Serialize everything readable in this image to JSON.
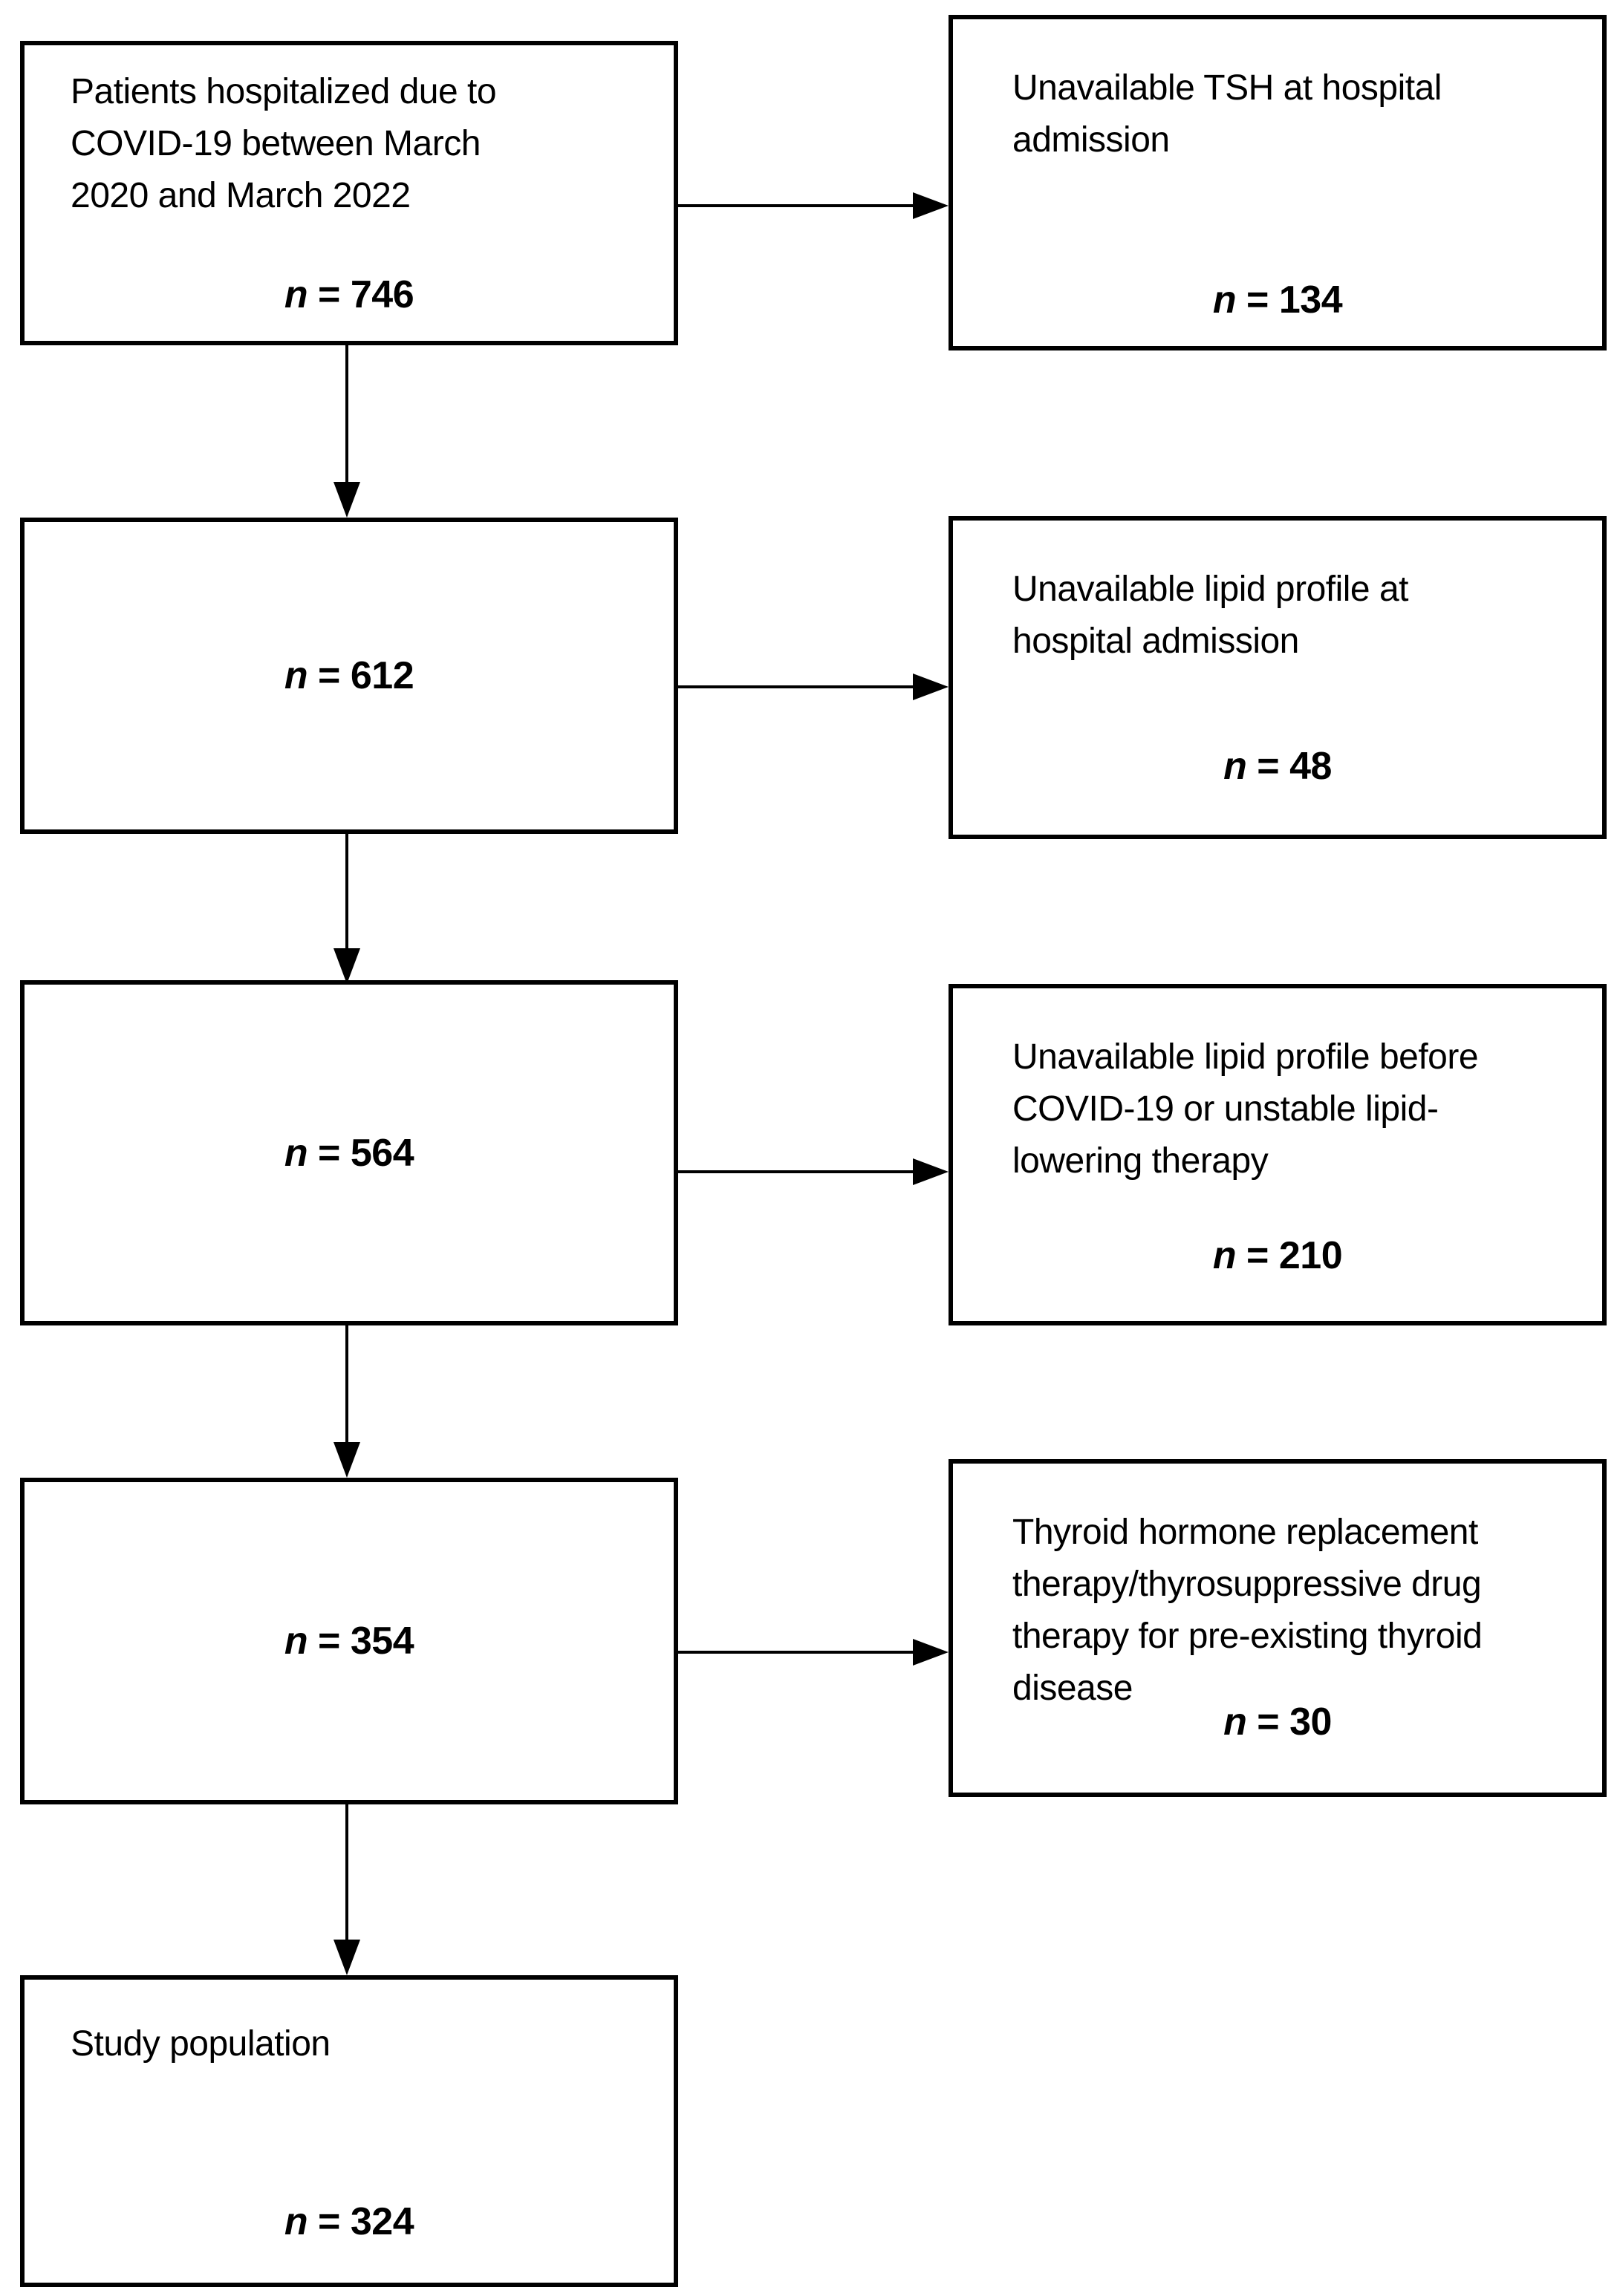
{
  "diagram": {
    "background_color": "#ffffff",
    "line_color": "#000000",
    "main_flow": [
      {
        "text": "Patients hospitalized due to\nCOVID-19 between March\n2020 and March 2022",
        "n_prefix": "n",
        "n_rest": " = 746"
      },
      {
        "text": "",
        "n_prefix": "n",
        "n_rest": " = 612"
      },
      {
        "text": "",
        "n_prefix": "n",
        "n_rest": " = 564"
      },
      {
        "text": "",
        "n_prefix": "n",
        "n_rest": " = 354"
      },
      {
        "text": "Study population",
        "n_prefix": "n",
        "n_rest": " = 324"
      }
    ],
    "exclusions": [
      {
        "text": "Unavailable TSH at hospital\nadmission",
        "n_prefix": "n",
        "n_rest": " = 134"
      },
      {
        "text": "Unavailable lipid profile at\nhospital admission",
        "n_prefix": "n",
        "n_rest": " = 48"
      },
      {
        "text": "Unavailable lipid profile before\nCOVID-19 or unstable lipid-\nlowering therapy",
        "n_prefix": "n",
        "n_rest": " = 210"
      },
      {
        "text": "Thyroid hormone replacement\ntherapy/thyrosuppressive drug\ntherapy for pre-existing thyroid\ndisease",
        "n_prefix": "n",
        "n_rest": " = 30"
      }
    ]
  }
}
